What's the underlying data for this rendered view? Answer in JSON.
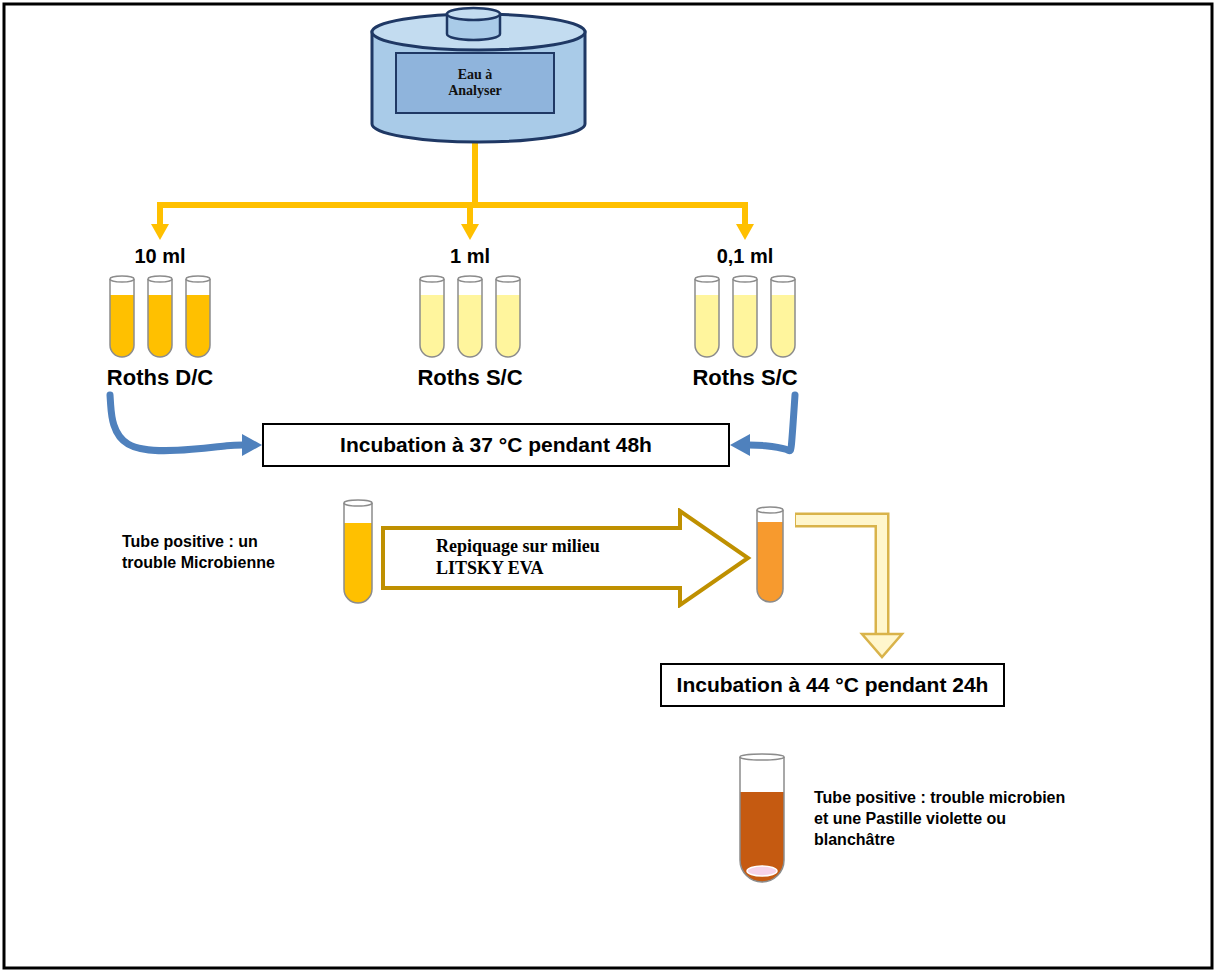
{
  "diagram": {
    "nodes": [
      {
        "text": [
          "Eau à Analyser"
        ]
      },
      {
        "text": [
          "10 ml",
          "Roths D/C"
        ]
      },
      {
        "text": [
          "1 ml",
          "Roths S/C"
        ]
      },
      {
        "text": [
          "0,1 ml",
          "Roths S/C"
        ]
      },
      {
        "text": [
          "Incubation à 37 °C pendant 48h"
        ]
      },
      {
        "text": [
          "Tube positive : un trouble Microbienne"
        ]
      },
      {
        "text": [
          "Repiquage sur milieu LITSKY EVA"
        ]
      },
      {
        "text": [
          "Incubation à 44 °C pendant 24h"
        ]
      },
      {
        "text": [
          "Tube positive : trouble microbien et une Pastille violette ou blanchâtre"
        ]
      }
    ],
    "edges": [
      {
        "from": 0,
        "to": 1,
        "arrow": "to"
      },
      {
        "from": 0,
        "to": 2,
        "arrow": "to"
      },
      {
        "from": 0,
        "to": 3,
        "arrow": "to"
      },
      {
        "from": 1,
        "to": 4,
        "arrow": "to"
      },
      {
        "from": 3,
        "to": 4,
        "arrow": "to"
      }
    ]
  }
}
